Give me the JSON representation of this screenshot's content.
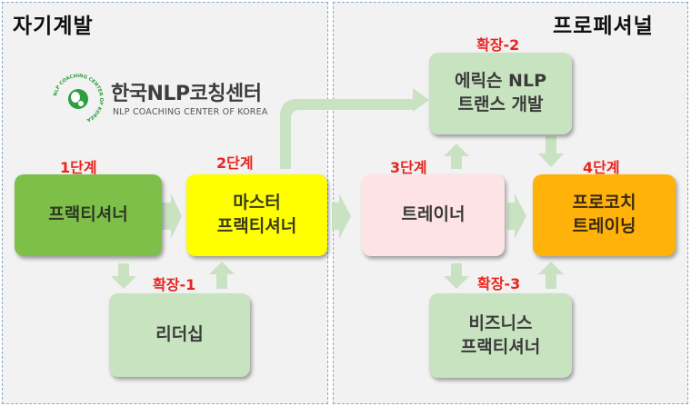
{
  "sections": {
    "left_title": "자기계발",
    "right_title": "프로페셔널"
  },
  "logo": {
    "korean_name": "한국NLP코칭센터",
    "english_name": "NLP COACHING CENTER OF KOREA",
    "ring_text": "NLP COACHING CENTER OF KOREA"
  },
  "stages": {
    "stage1": "1단계",
    "stage2": "2단계",
    "stage3": "3단계",
    "stage4": "4단계",
    "ext1": "확장-1",
    "ext2": "확장-2",
    "ext3": "확장-3"
  },
  "nodes": {
    "practitioner": [
      "프랙티셔너"
    ],
    "master": [
      "마스터",
      "프랙티셔너"
    ],
    "leadership": [
      "리더십"
    ],
    "trainer": [
      "트레이너"
    ],
    "pro_coach": [
      "프로코치",
      "트레이닝"
    ],
    "erickson": [
      "에릭슨 NLP",
      "트랜스 개발"
    ],
    "business": [
      "비즈니스",
      "프랙티셔너"
    ]
  },
  "colors": {
    "practitioner": "#7ebf4a",
    "master": "#ffff00",
    "leadership": "#c8e3c0",
    "trainer": "#fde3e3",
    "pro_coach": "#ffb20a",
    "erickson": "#c8e3c0",
    "business": "#c8e3c0",
    "arrow": "#c9e2c2",
    "stage_label": "#e8251f",
    "logo_green": "#2e9e3e"
  }
}
